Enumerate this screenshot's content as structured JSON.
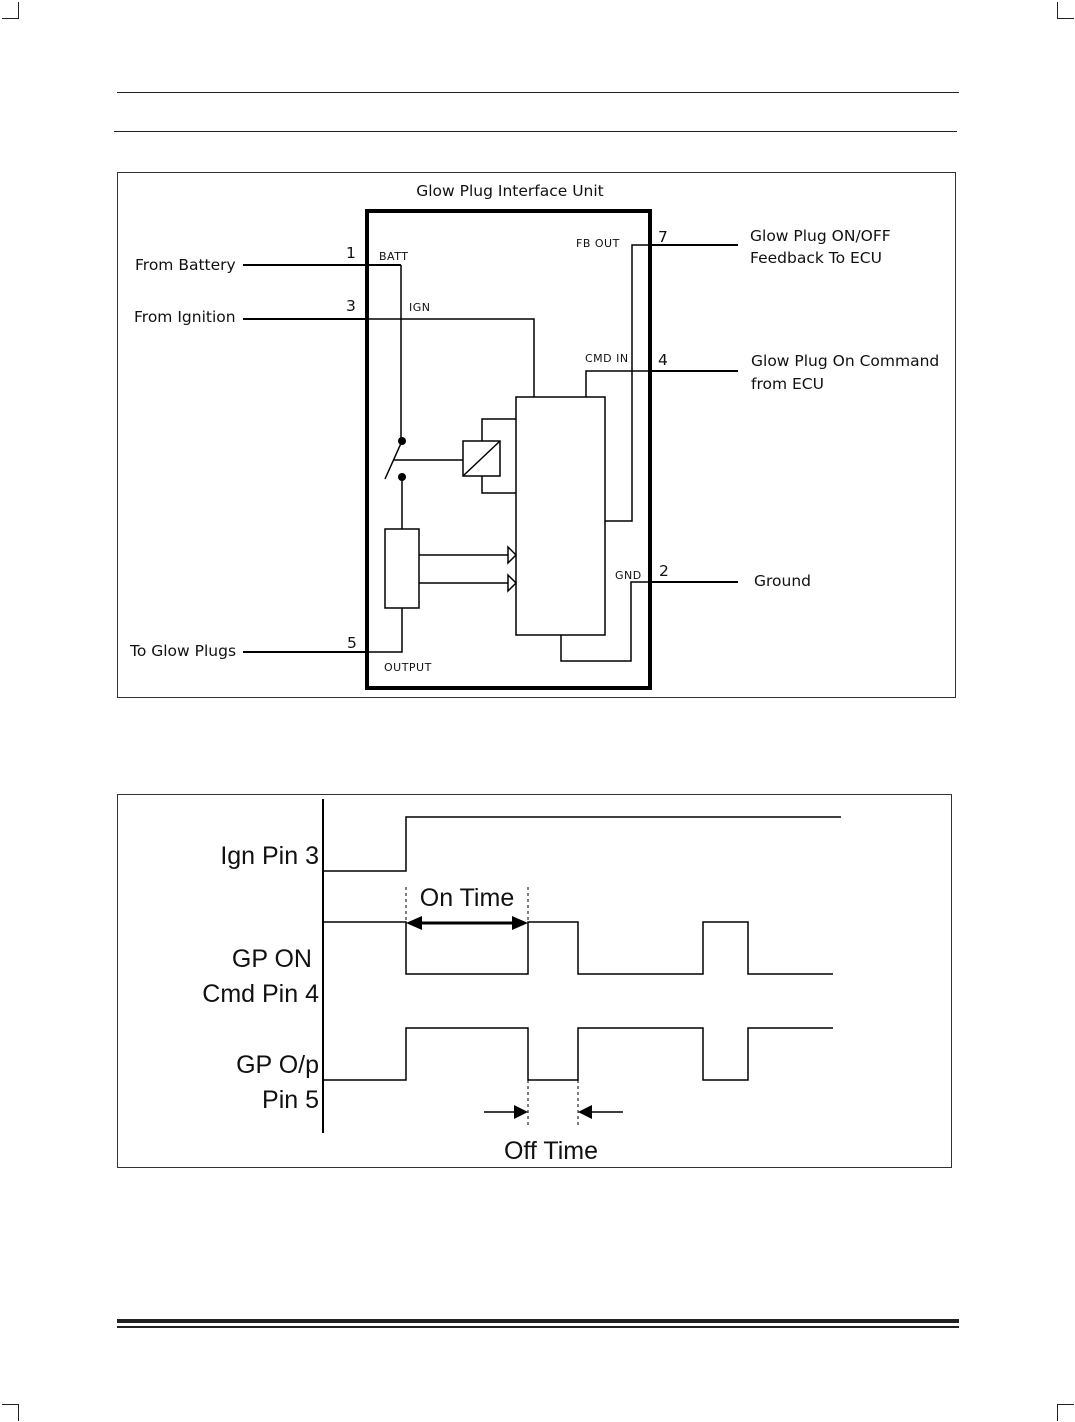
{
  "block_diagram": {
    "title": "Glow Plug Interface Unit",
    "inputs": {
      "battery": "From Battery",
      "ignition": "From Ignition",
      "glow_plugs": "To Glow Plugs"
    },
    "outputs": {
      "feedback_line1": "Glow Plug ON/OFF",
      "feedback_line2": "Feedback To ECU",
      "command_line1": "Glow Plug On Command",
      "command_line2": "from ECU",
      "ground": "Ground"
    },
    "pins": {
      "batt": "1",
      "ign": "3",
      "output": "5",
      "fb_out": "7",
      "cmd_in": "4",
      "gnd": "2"
    },
    "pin_labels": {
      "batt": "BATT",
      "ign": "IGN",
      "output": "OUTPUT",
      "fb_out": "FB OUT",
      "cmd_in": "CMD IN",
      "gnd": "GND"
    }
  },
  "timing_diagram": {
    "signals": {
      "ign_line1": "Ign Pin 3",
      "cmd_line1": "GP ON",
      "cmd_line2": "Cmd Pin 4",
      "out_line1": "GP O/p",
      "out_line2": "Pin 5"
    },
    "annotations": {
      "on_time": "On Time",
      "off_time": "Off Time"
    }
  }
}
